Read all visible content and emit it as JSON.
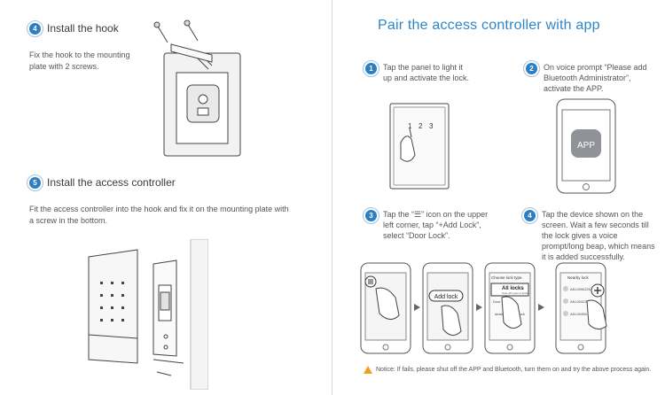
{
  "left": {
    "step4": {
      "number": "4",
      "heading": "Install the hook",
      "body": "Fix the hook to the mounting plate with 2 screws."
    },
    "step5": {
      "number": "5",
      "heading": "Install the access controller",
      "body": "Fit the access controller into the hook and fix it on the mounting plate with a screw in the bottom."
    }
  },
  "right": {
    "title": "Pair the access controller with app",
    "step1": {
      "number": "1",
      "text": "Tap the panel to light it up and activate the lock."
    },
    "step2": {
      "number": "2",
      "text": "On voice prompt “Please add Bluetooth Administrator”, activate the APP."
    },
    "step3": {
      "number": "3",
      "text": "Tap the “☰” icon on the upper left corner, tap “+Add Lock”, select “Door Lock”."
    },
    "step4": {
      "number": "4",
      "text": "Tap the device shown on the screen. Wait a few seconds till the lock gives a voice prompt/long beap, which means it is added successfully."
    },
    "keypad_digits": [
      "1",
      "2",
      "3"
    ],
    "app_label": "APP",
    "phones": {
      "add_lock": "Add lock",
      "choose_lock_type": "Choose lock type",
      "all_locks": "All locks",
      "all_locks_sub": "Scan all types of locks",
      "door_lock": "Door lock",
      "deadbolt": "deadbolt",
      "padlock": "padlock",
      "nearby_lock": "Nearby lock",
      "nearby_items": [
        "AKL0096225",
        "AKL00422",
        "AKL00456"
      ]
    },
    "notice": "Notice: If fails, please shut off the APP and Bluetooth, turn them on and try the above process again."
  }
}
